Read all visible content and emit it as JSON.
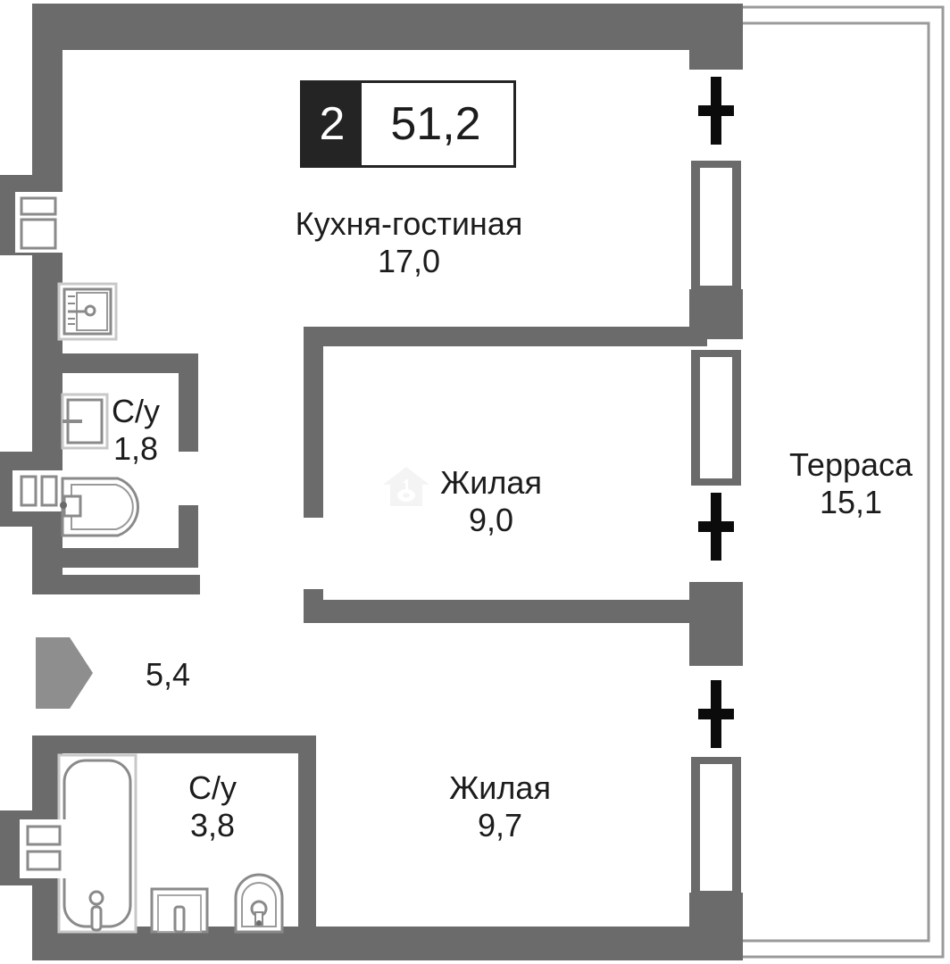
{
  "plan": {
    "badge": {
      "rooms": "2",
      "total_area": "51,2"
    },
    "colors": {
      "wall": "#6b6b6b",
      "wall_light": "#8e8e8e",
      "badge_dark": "#242424",
      "text": "#1c1c1c",
      "fixture_outline": "#8a8a8a",
      "terrace_outline": "#9a9a9a",
      "watermark": "#f5f5f5"
    },
    "rooms": [
      {
        "key": "kitchen_living",
        "name": "Кухня-гостиная",
        "area": "17,0"
      },
      {
        "key": "bath_small",
        "name": "С/у",
        "area": "1,8"
      },
      {
        "key": "living_1",
        "name": "Жилая",
        "area": "9,0"
      },
      {
        "key": "terrace",
        "name": "Терраса",
        "area": "15,1"
      },
      {
        "key": "hall",
        "name": "",
        "area": "5,4"
      },
      {
        "key": "bath_large",
        "name": "С/у",
        "area": "3,8"
      },
      {
        "key": "living_2",
        "name": "Жилая",
        "area": "9,7"
      }
    ],
    "fixtures": [
      "kitchen-sink",
      "wall-vent-top",
      "washbasin-small",
      "toilet-small",
      "wall-vent-mid",
      "bathtub",
      "washing-machine",
      "toilet-large",
      "wall-vent-bottom"
    ],
    "markers": {
      "entrance_arrow": "entrance-arrow",
      "door_openings": 4,
      "windows": 4
    },
    "watermark": {
      "glyph": "house-with-one"
    }
  }
}
